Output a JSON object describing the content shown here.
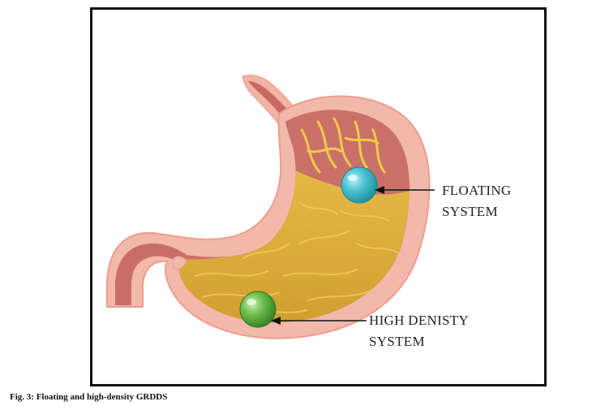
{
  "diagram": {
    "floating_label": {
      "line1": "FLOATING",
      "line2": "SYSTEM"
    },
    "dense_label": {
      "line1": "HIGH DENISTY",
      "line2": "SYSTEM"
    }
  },
  "caption": "Fig. 3: Floating and high-density GRDDS",
  "colors": {
    "stomach_wall": "#f2b8aa",
    "stomach_inner": "#c86e68",
    "gastric_content": "#dcae3c",
    "mucosa_folds": "#f0c640",
    "floating_ball": "#45bfcf",
    "dense_ball": "#66b84a",
    "frame": "#111111"
  }
}
